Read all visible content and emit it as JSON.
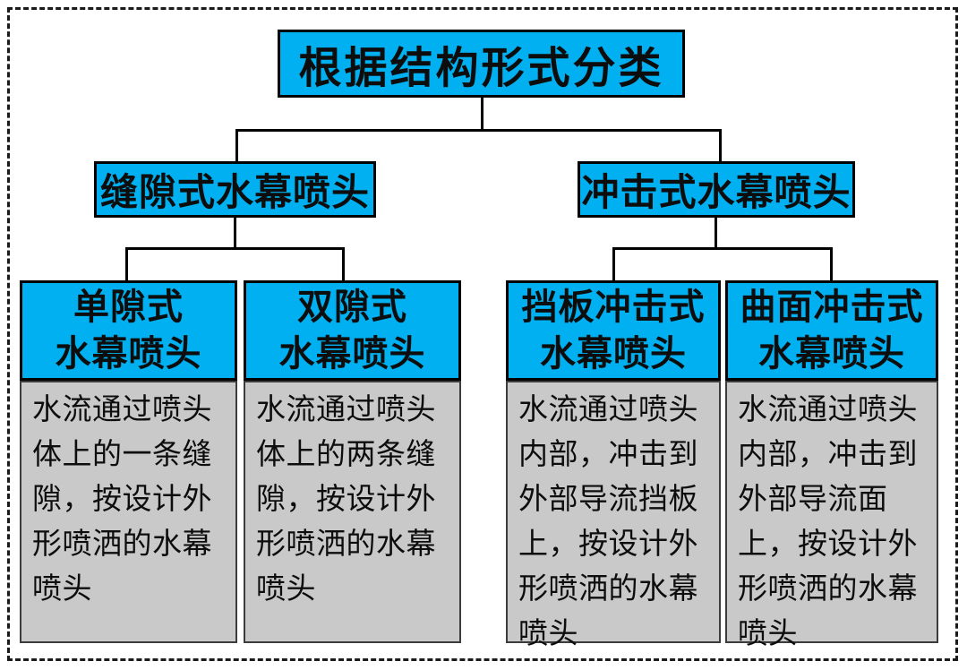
{
  "diagram": {
    "title": "根据结构形式分类",
    "branches": [
      {
        "label": "缝隙式水幕喷头"
      },
      {
        "label": "冲击式水幕喷头"
      }
    ],
    "leaves": [
      {
        "title": "单隙式\n水幕喷头",
        "description": "水流通过喷头体上的一条缝隙，按设计外形喷洒的水幕喷头"
      },
      {
        "title": "双隙式\n水幕喷头",
        "description": "水流通过喷头体上的两条缝隙，按设计外形喷洒的水幕喷头"
      },
      {
        "title": "挡板冲击式\n水幕喷头",
        "description": "水流通过喷头内部，冲击到外部导流挡板上，按设计外形喷洒的水幕喷头"
      },
      {
        "title": "曲面冲击式\n水幕喷头",
        "description": "水流通过喷头内部，冲击到外部导流面上，按设计外形喷洒的水幕喷头"
      }
    ],
    "colors": {
      "node_fill": "#00b0f0",
      "description_fill": "#c9c9c9",
      "connector": "#000000",
      "border_dashed": "#1b1b1b",
      "background": "#ffffff",
      "text": "#0d0d0d"
    }
  }
}
